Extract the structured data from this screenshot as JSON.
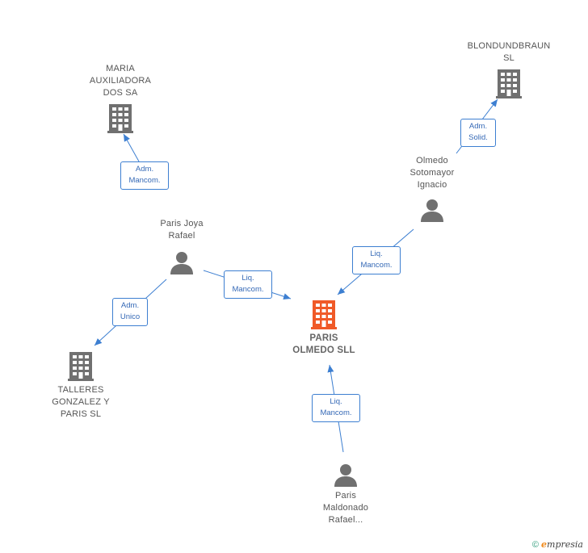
{
  "nodes": {
    "center": {
      "label": "PARIS\nOLMEDO SLL",
      "kind": "company",
      "color": "#f05a28"
    },
    "maria": {
      "label": "MARIA\nAUXILIADORA\nDOS SA",
      "kind": "company",
      "color": "#707070"
    },
    "blond": {
      "label": "BLONDUNDBRAUN\nSL",
      "kind": "company",
      "color": "#707070"
    },
    "talleres": {
      "label": "TALLERES\nGONZALEZ Y\nPARIS SL",
      "kind": "company",
      "color": "#707070"
    },
    "paris_joya": {
      "label": "Paris Joya\nRafael",
      "kind": "person",
      "color": "#707070"
    },
    "olmedo": {
      "label": "Olmedo\nSotomayor\nIgnacio",
      "kind": "person",
      "color": "#707070"
    },
    "maldonado": {
      "label": "Paris\nMaldonado\nRafael...",
      "kind": "person",
      "color": "#707070"
    }
  },
  "edges": [
    {
      "from": "paris_joya",
      "to": "maria",
      "label": "Adm.\nMancom."
    },
    {
      "from": "paris_joya",
      "to": "talleres",
      "label": "Adm.\nUnico"
    },
    {
      "from": "paris_joya",
      "to": "center",
      "label": "Liq.\nMancom."
    },
    {
      "from": "olmedo",
      "to": "blond",
      "label": "Adm.\nSolid."
    },
    {
      "from": "olmedo",
      "to": "center",
      "label": "Liq.\nMancom."
    },
    {
      "from": "maldonado",
      "to": "center",
      "label": "Liq.\nMancom."
    }
  ],
  "colors": {
    "edge": "#3d7fd1",
    "badge_text": "#3569b6"
  },
  "footer": {
    "copyright": "©",
    "brand_e": "e",
    "brand_rest": "mpresia"
  }
}
